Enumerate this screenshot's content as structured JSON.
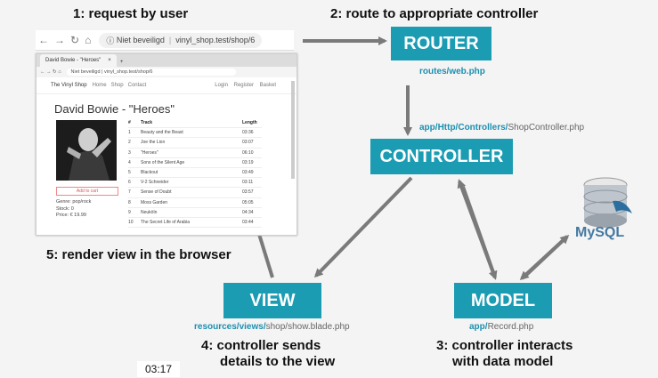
{
  "steps": {
    "s1": "1: request by user",
    "s2": "2: route to appropriate controller",
    "s5": "5: render view in the browser",
    "s4a": "4: controller sends",
    "s4b": "details to the view",
    "s3a": "3: controller interacts",
    "s3b": "with data model"
  },
  "boxes": {
    "router": "ROUTER",
    "controller": "CONTROLLER",
    "view": "VIEW",
    "model": "MODEL"
  },
  "paths": {
    "routes_a": "routes/",
    "routes_b": "web.php",
    "ctrl_a": "app/",
    "ctrl_b": "Http/",
    "ctrl_c": "Controllers/",
    "ctrl_d": "ShopController.php",
    "view_a": "resources/",
    "view_b": "views/",
    "view_c": "shop/",
    "view_d": "show.blade.php",
    "model_a": "app/",
    "model_b": "Record.php"
  },
  "address_bar": {
    "security": "Niet beveiligd",
    "url": "vinyl_shop.test/shop/6"
  },
  "browser": {
    "tab_title": "David Bowie - \"Heroes\"",
    "url_security": "Niet beveiligd",
    "url": "vinyl_shop.test/shop/6",
    "brand": "The Vinyl Shop",
    "nav": [
      "Home",
      "Shop",
      "Contact"
    ],
    "login": "Login",
    "register": "Register",
    "basket": "Basket",
    "title": "David Bowie - \"Heroes\"",
    "add_to_cart": "Add to cart",
    "genre": "Genre: pop/rock",
    "stock": "Stock: 0",
    "price": "Price: € 19.99",
    "track_header": [
      "#",
      "Track",
      "Length"
    ],
    "tracks": [
      [
        "1",
        "Beauty and the Beast",
        "03:36"
      ],
      [
        "2",
        "Joe the Lion",
        "03:07"
      ],
      [
        "3",
        "\"Heroes\"",
        "06:10"
      ],
      [
        "4",
        "Sons of the Silent Age",
        "03:19"
      ],
      [
        "5",
        "Blackout",
        "03:49"
      ],
      [
        "6",
        "V-2 Schneider",
        "03:11"
      ],
      [
        "7",
        "Sense of Doubt",
        "03:57"
      ],
      [
        "8",
        "Moss Garden",
        "05:05"
      ],
      [
        "9",
        "Neuköln",
        "04:34"
      ],
      [
        "10",
        "The Secret Life of Arabia",
        "03:44"
      ]
    ]
  },
  "mysql_logo": "MySQL",
  "timestamp": "03:17",
  "colors": {
    "box": "#1b9cb3",
    "path_blue": "#1c8fb0",
    "arrow": "#7a7a7a"
  }
}
